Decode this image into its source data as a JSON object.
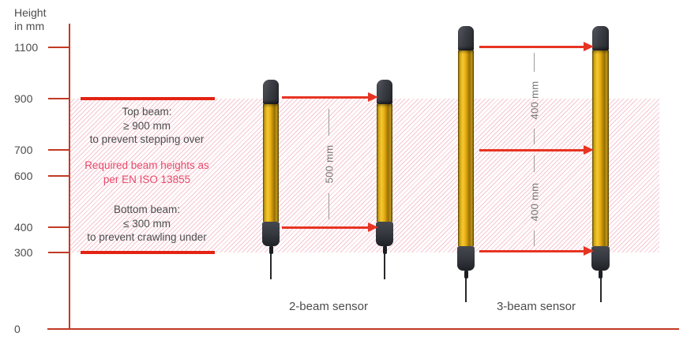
{
  "axis": {
    "title": [
      "Height",
      "in mm"
    ],
    "ticks": [
      "1100",
      "900",
      "700",
      "600",
      "400",
      "300",
      "0"
    ]
  },
  "notes": {
    "top_beam": [
      "Top beam:",
      "≥ 900 mm",
      "to prevent stepping over"
    ],
    "requirement": [
      "Required beam heights as",
      "per EN ISO 13855"
    ],
    "bottom_beam": [
      "Bottom beam:",
      "≤ 300 mm",
      "to prevent crawling under"
    ]
  },
  "sensors": {
    "two_beam": {
      "label": "2-beam sensor",
      "beam_heights_mm": [
        900,
        400
      ],
      "spacing_label": "500 mm"
    },
    "three_beam": {
      "label": "3-beam sensor",
      "beam_heights_mm": [
        1100,
        700,
        300
      ],
      "spacing_labels": [
        "400 mm",
        "400 mm"
      ]
    }
  },
  "icons": {
    "tower": "safety-light-curtain-tower",
    "arrow": "beam-direction-arrow"
  },
  "colors": {
    "axis_red": "#c23a24",
    "boundary_red": "#e32313",
    "arrow_red": "#e73423",
    "note_magenta": "#e84a6a",
    "text_dark": "#4c4c4e",
    "dim_gray": "#757577",
    "hatch_pink": "#f0b9c6",
    "sensor_yellow": "#e9ae14",
    "cap_gray": "#33363c"
  }
}
